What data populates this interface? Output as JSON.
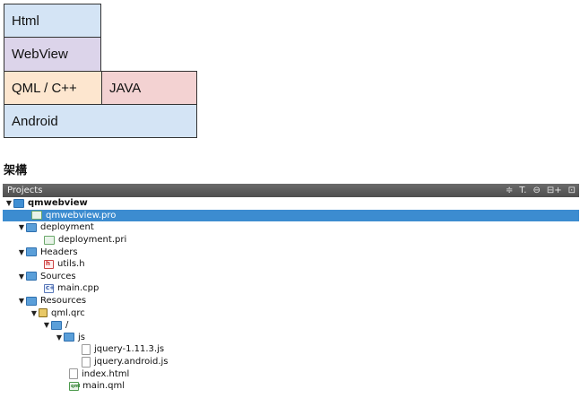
{
  "architecture": {
    "layers": {
      "html": "Html",
      "webview": "WebView",
      "qml": "QML / C++",
      "java": "JAVA",
      "android": "Android"
    },
    "caption": "架構"
  },
  "projects_panel": {
    "title": "Projects",
    "tools": {
      "sort": "≑",
      "filter": "T.",
      "link": "⊖",
      "split": "⊟+",
      "close": "⊡"
    },
    "tree": [
      {
        "label": "qmwebview",
        "expanded": true
      },
      {
        "label": "qmwebview.pro",
        "selected": true
      },
      {
        "label": "deployment",
        "expanded": true
      },
      {
        "label": "deployment.pri"
      },
      {
        "label": "Headers",
        "expanded": true
      },
      {
        "label": "utils.h",
        "icon_text": "h"
      },
      {
        "label": "Sources",
        "expanded": true
      },
      {
        "label": "main.cpp",
        "icon_text": "c+"
      },
      {
        "label": "Resources",
        "expanded": true
      },
      {
        "label": "qml.qrc",
        "expanded": true
      },
      {
        "label": "/",
        "expanded": true
      },
      {
        "label": "js",
        "expanded": true
      },
      {
        "label": "jquery-1.11.3.js"
      },
      {
        "label": "jquery.android.js"
      },
      {
        "label": "index.html"
      },
      {
        "label": "main.qml",
        "icon_text": "qml"
      }
    ],
    "arrow_glyph": "▼",
    "accent_color": "#3c8cd0"
  }
}
